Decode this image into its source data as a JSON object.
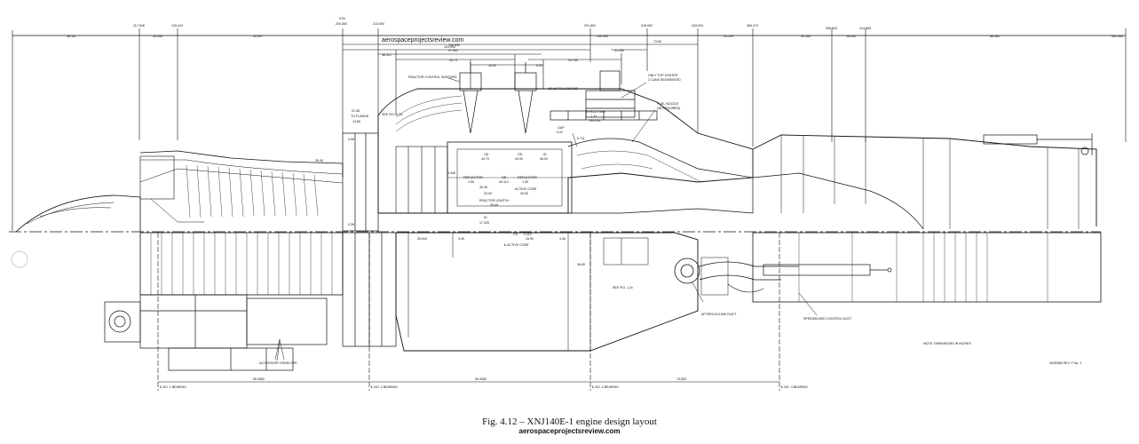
{
  "watermark_top": "aerospaceprojectsreview.com",
  "caption": "Fig. 4.12 – XNJ140E-1 engine design layout",
  "caption_site": "aerospaceprojectsreview.com",
  "stations": {
    "s117": "117.948",
    "s125": "125.413",
    "sta_label": "STA",
    "sta_value": "200.500",
    "s213": "213.900",
    "s291": "291.892",
    "s318": "318.992",
    "s343": "343.923",
    "s369": "369.473",
    "s399": "399.833",
    "s414": "414.983",
    "s502": "502.363"
  },
  "top_dims": {
    "d1": "36.187",
    "d2": "35.340",
    "d3": "44.397",
    "d4": "155.950",
    "d5": "140.933",
    "d6": "73.60",
    "d7": "25.129",
    "d8": "30.360",
    "d9": "16.200",
    "d10": "86.380",
    "d11": "104.993",
    "d12": "97.902",
    "d13": "48.112",
    "d14": "21.280",
    "d15": "43.73",
    "d16": "34.750",
    "d17": "15.00",
    "d18": "5.00"
  },
  "labels": {
    "reactor_sensors": "REACTOR CONTROL SENSORS",
    "engine_center": "50.16 TO ℄ ENGINE",
    "top_center_1": "ONLY TOP CENTER",
    "top_center_2": "2 CANS SEGMENTED",
    "fuel_nozzle_1": "FUEL NOZZLE",
    "fuel_nozzle_2": "(38 REQUIRED)",
    "structure_1": "STRUCTURE",
    "structure_2": "L.H",
    "structure_3": "39.9 DL",
    "gap_1": "GAP",
    "gap_2": "0.02",
    "d_2138": "21.38",
    "see_fig_12a": "SEE FIG. 1.2a",
    "to_flange": "TO FLANGE",
    "d_1380": "13.80",
    "d_356": "3.56",
    "d_3945": "39.45",
    "d_0711": "0.711",
    "od_1": "OD",
    "od_1v": "44.70",
    "od_2": "OD",
    "od_2v": "44.90",
    "id_1": "ID",
    "id_1v": "46.00",
    "reflector_l": "REFLECTOR",
    "reflector_lv": "1.50",
    "reflector_r": "REFLECTOR",
    "reflector_rv": "1.50",
    "od_c": "OD",
    "od_cv": "40.112",
    "d_3345": "3.345",
    "d_3045": "30.45",
    "active_core": "ACTIVE CORE",
    "d_3300": "33.00",
    "d_3050": "30.50",
    "reactor_length": "REACTOR LENGTH",
    "reactor_length_v": "39.45",
    "id_bottom": "ID",
    "id_bottom_v": "17.333",
    "d_039": "0.39",
    "d_3960": "39.610",
    "d_340": "3.40",
    "cg": "CG",
    "cg_v": "0.112",
    "d_1500": "15.00",
    "active_core_cl": "℄ ACTIVE CORE",
    "d_406": "4.06",
    "d_3680": "36.80",
    "see_fig_12c": "SEE FIG. 1.2c",
    "aftercooling": "AFTERCOOLING DUCT",
    "speed_bleed": "SPEED/BLEED CONTROL DUCT",
    "accessory": "ACCESSORY ENVELOPE",
    "note": "NOTE: DIMENSIONS IN INCHES",
    "drawing_no": "304R556 REV. F No. 1"
  },
  "bearings": {
    "b1": "℄ NO. 1 BEARING",
    "b2": "℄ NO. 2 BEARING",
    "b3": "℄ NO. 3 BEARING",
    "b4": "℄ NO. 4 BEARING",
    "s1": "95.4060",
    "s2": "90.4060",
    "s3": "75.500"
  }
}
